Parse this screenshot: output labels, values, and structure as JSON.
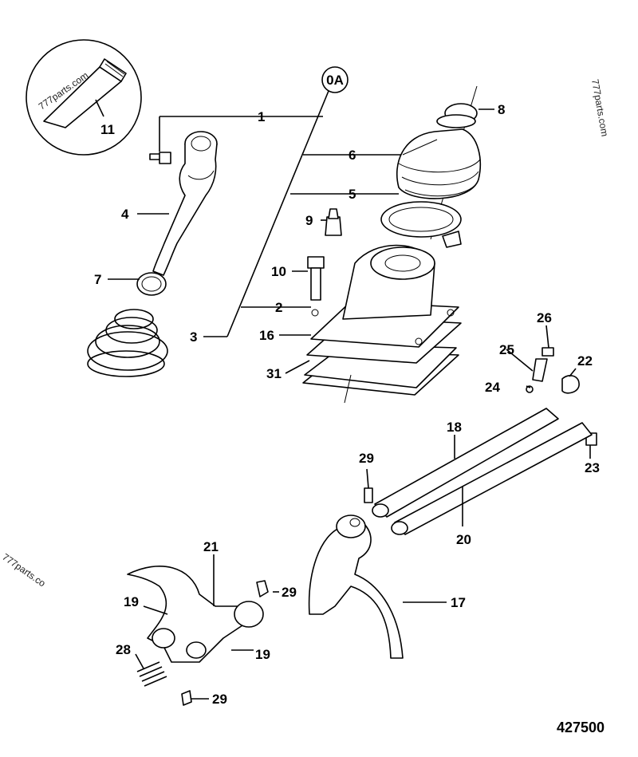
{
  "diagram": {
    "drawing_number": "427500",
    "group_label": "0A",
    "watermarks": [
      "777parts.com",
      "777parts.com",
      "777parts.co"
    ],
    "callouts": [
      "1",
      "2",
      "3",
      "4",
      "5",
      "6",
      "7",
      "8",
      "9",
      "10",
      "11",
      "16",
      "17",
      "18",
      "19",
      "19",
      "20",
      "21",
      "22",
      "23",
      "24",
      "25",
      "26",
      "28",
      "29",
      "29",
      "29",
      "31"
    ]
  }
}
